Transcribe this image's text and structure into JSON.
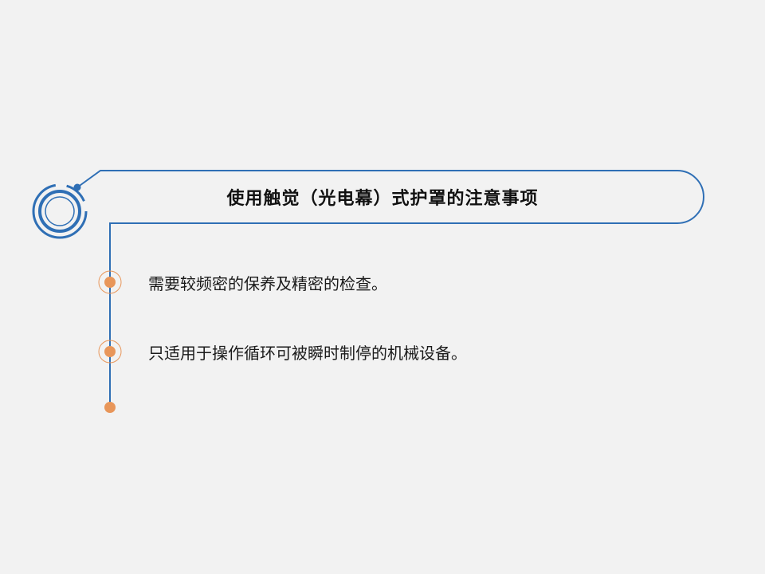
{
  "slide": {
    "title": "使用触觉（光电幕）式护罩的注意事项",
    "bullets": [
      {
        "text": "需要较频密的保养及精密的检查。"
      },
      {
        "text": "只适用于操作循环可被瞬时制停的机械设备。"
      }
    ]
  },
  "colors": {
    "background": "#f2f2f2",
    "accent_blue": "#2f6fb5",
    "accent_orange": "#e8965a",
    "text": "#1a1a1a"
  },
  "icons": [
    "concentric-ring-icon",
    "bullet-dot-icon"
  ]
}
